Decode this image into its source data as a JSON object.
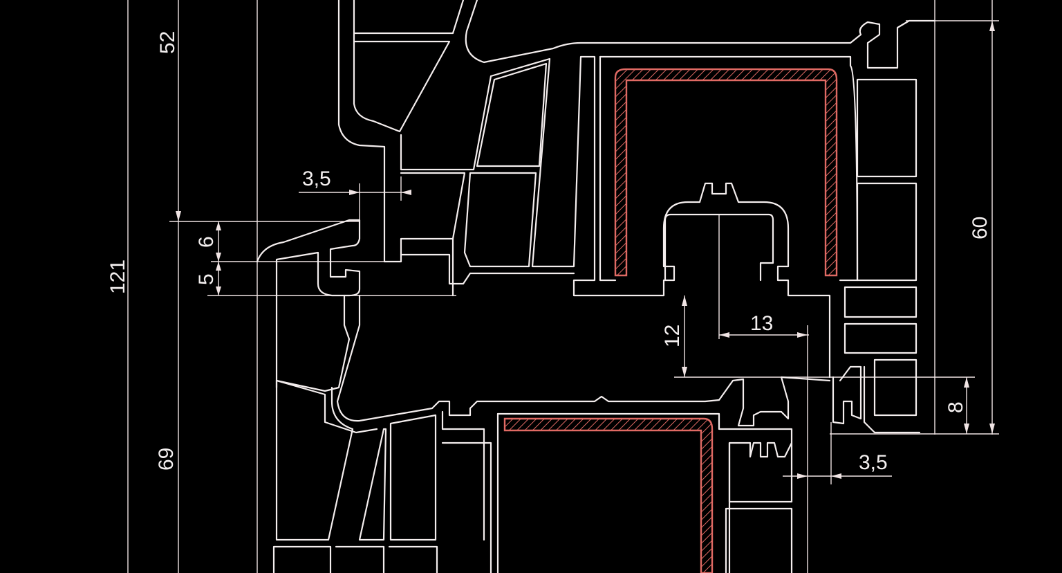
{
  "drawing": {
    "title": "Window profile cross-section with dimensions",
    "colors": {
      "background": "#000000",
      "profile_line": "#f4eeee",
      "reinforcement": "#e06a64"
    },
    "dimensions": {
      "d52": "52",
      "d121": "121",
      "d69": "69",
      "d35_top": "3,5",
      "d6": "6",
      "d5": "5",
      "d12": "12",
      "d13": "13",
      "d60": "60",
      "d8": "8",
      "d35_bottom": "3,5"
    }
  }
}
